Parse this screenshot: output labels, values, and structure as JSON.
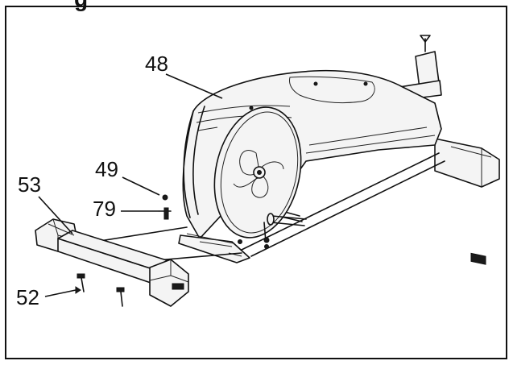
{
  "heading_fragment": "g",
  "callouts": {
    "part_48": "48",
    "part_49": "49",
    "part_79": "79",
    "part_53": "53",
    "part_52": "52"
  },
  "colors": {
    "line": "#111111",
    "background": "#ffffff"
  }
}
